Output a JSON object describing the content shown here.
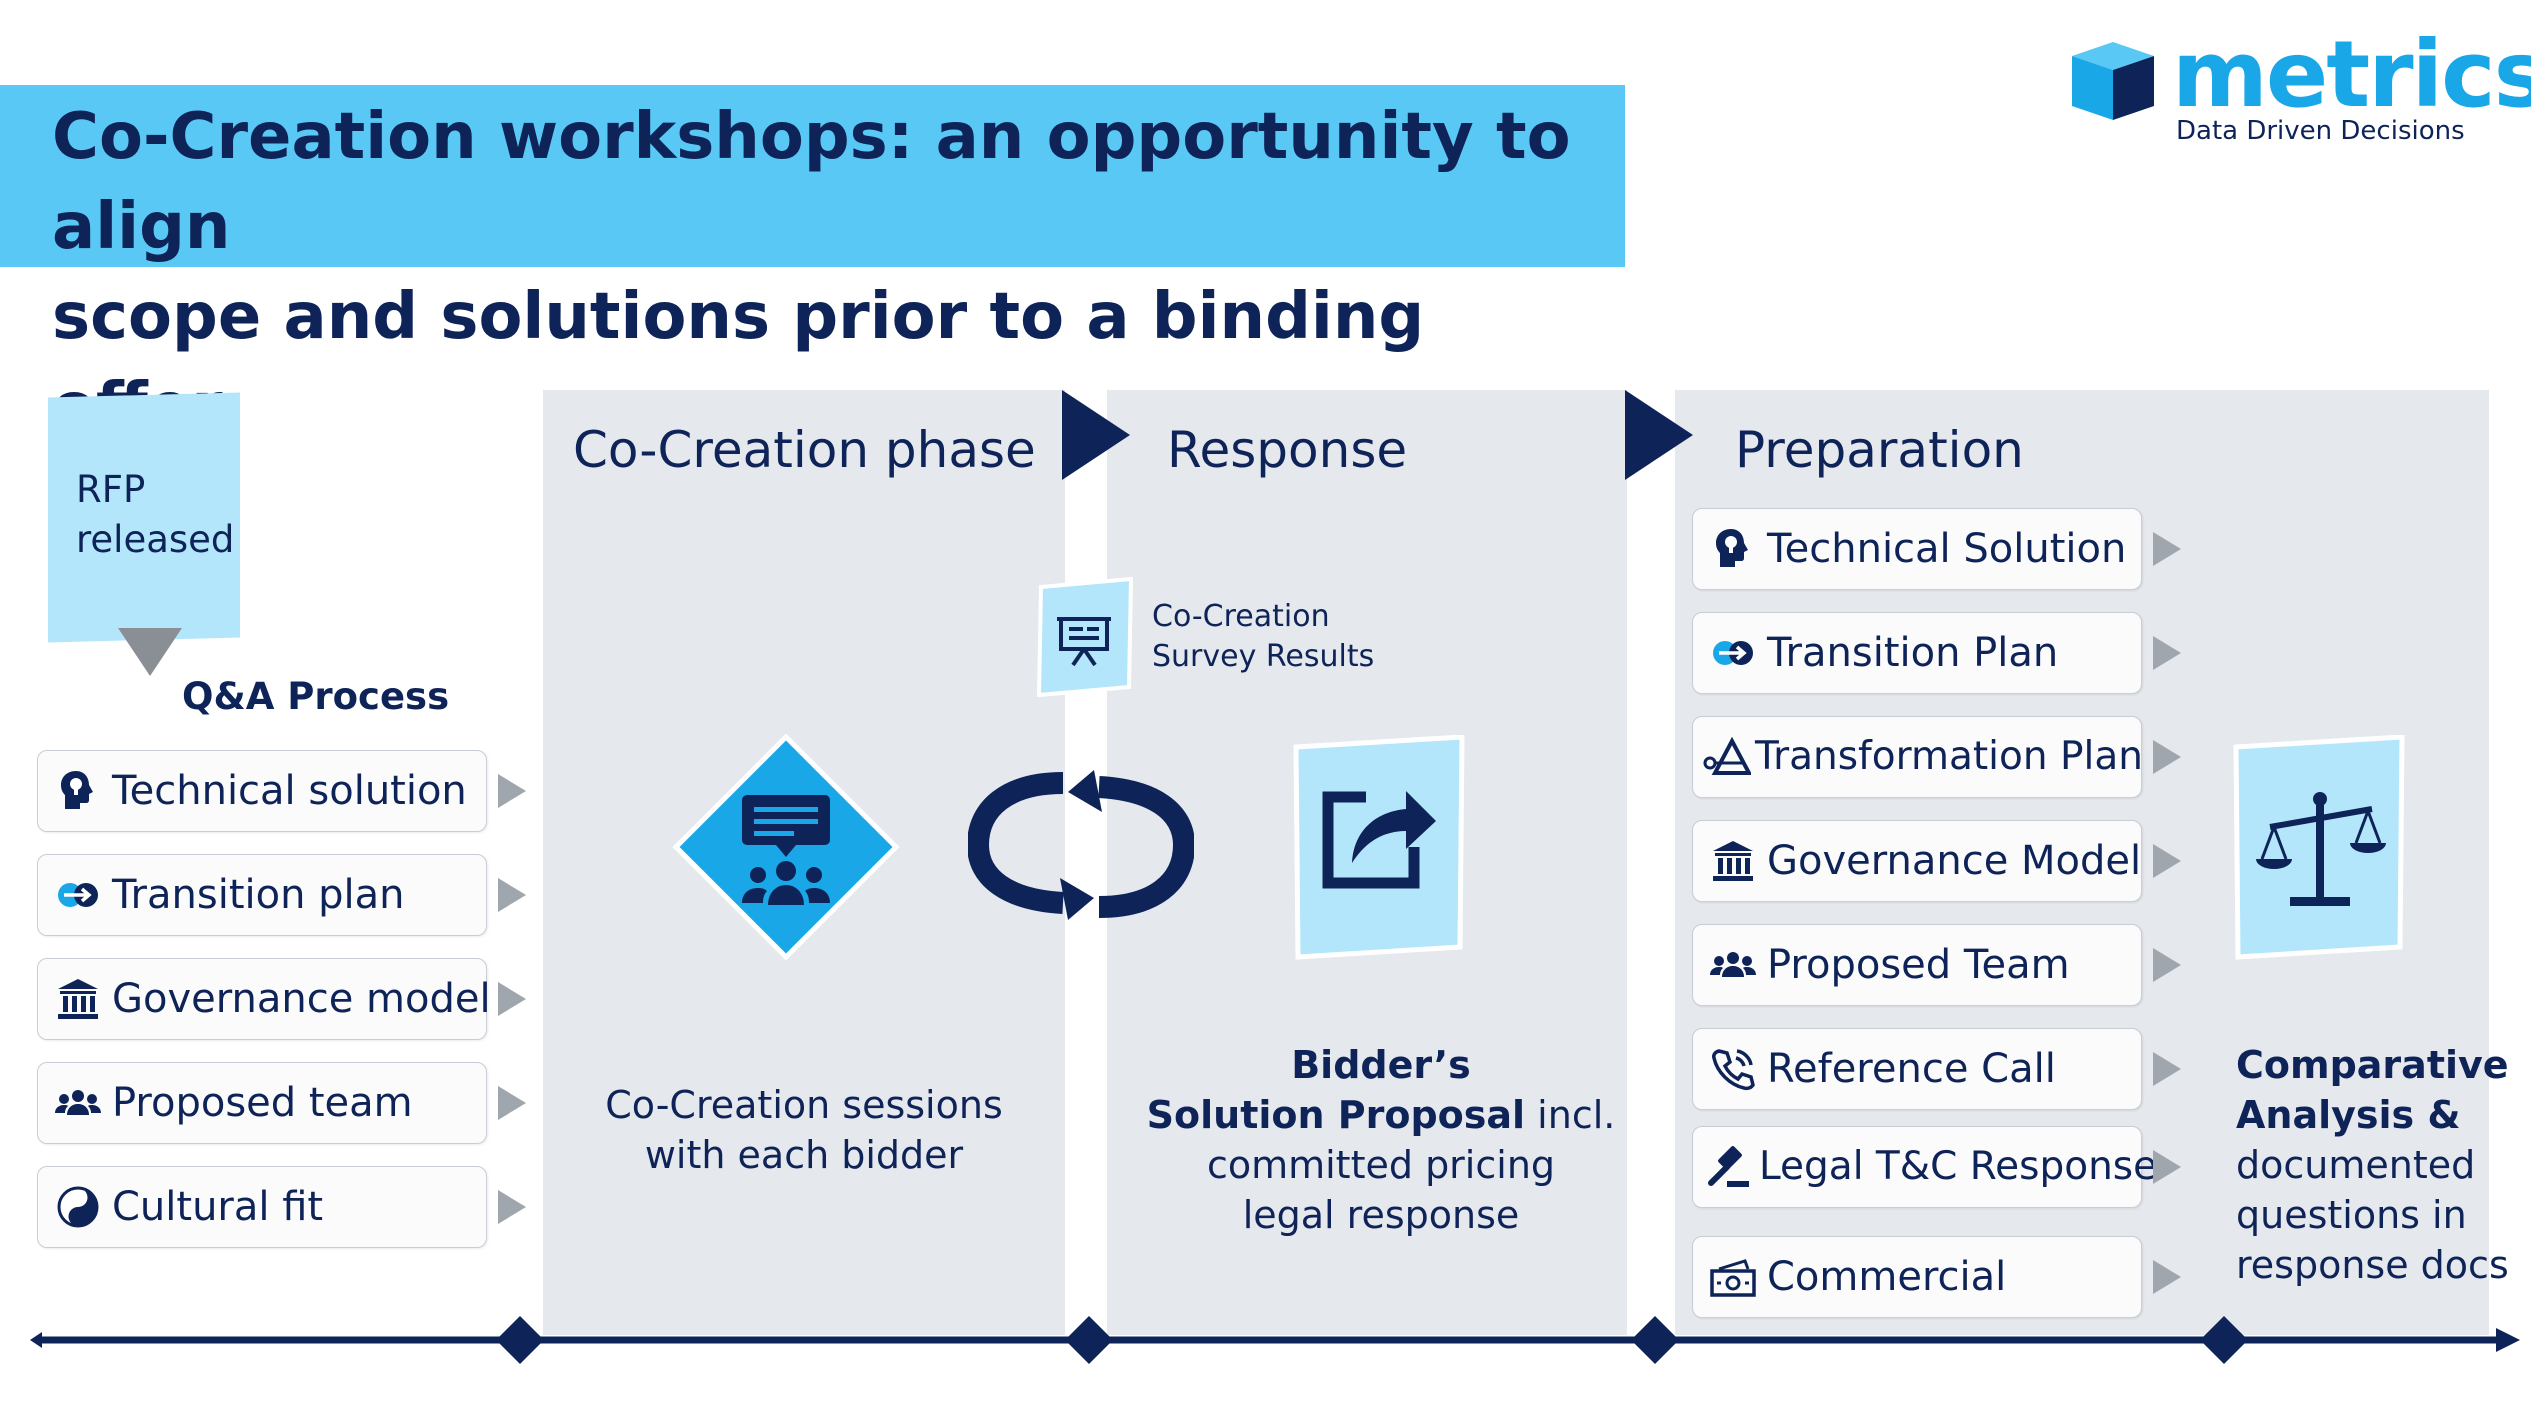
{
  "header": {
    "title": "Co-Creation workshops: an opportunity to align\nscope and solutions prior to a binding offer"
  },
  "logo": {
    "wordmark": "metrics",
    "tagline": "Data Driven Decisions"
  },
  "rfp": {
    "label": "RFP\nreleased"
  },
  "qa": {
    "heading": "Q&A Process",
    "items": [
      {
        "label": "Technical solution",
        "icon": "head-bulb-icon"
      },
      {
        "label": "Transition plan",
        "icon": "transition-icon"
      },
      {
        "label": "Governance model",
        "icon": "building-columns-icon"
      },
      {
        "label": "Proposed team",
        "icon": "people-group-icon"
      },
      {
        "label": "Cultural fit",
        "icon": "yin-yang-icon"
      }
    ]
  },
  "phases": {
    "cocreation": {
      "title": "Co-Creation phase",
      "caption": "Co-Creation sessions\nwith each bidder"
    },
    "response": {
      "title": "Response",
      "survey": "Co-Creation\nSurvey Results",
      "caption_bold": "Bidder’s\nSolution Proposal",
      "caption_rest": " incl.\ncommitted pricing\nlegal response"
    },
    "preparation": {
      "title": "Preparation",
      "items": [
        {
          "label": "Technical Solution",
          "icon": "head-bulb-icon"
        },
        {
          "label": "Transition Plan",
          "icon": "transition-icon"
        },
        {
          "label": "Transformation Plan",
          "icon": "transformation-icon"
        },
        {
          "label": "Governance Model",
          "icon": "building-columns-icon"
        },
        {
          "label": "Proposed Team",
          "icon": "people-group-icon"
        },
        {
          "label": "Reference Call",
          "icon": "phone-call-icon"
        },
        {
          "label": "Legal T&C Response",
          "icon": "gavel-icon"
        },
        {
          "label": "Commercial",
          "icon": "cash-icon"
        }
      ],
      "result_bold": "Comparative Analysis &",
      "result_rest": " documented questions in response docs"
    }
  },
  "colors": {
    "navy": "#0e2357",
    "banner": "#5ac8f5",
    "accent": "#1aa7e8",
    "panel": "#e5e8ed",
    "light": "#b4e6fb"
  }
}
